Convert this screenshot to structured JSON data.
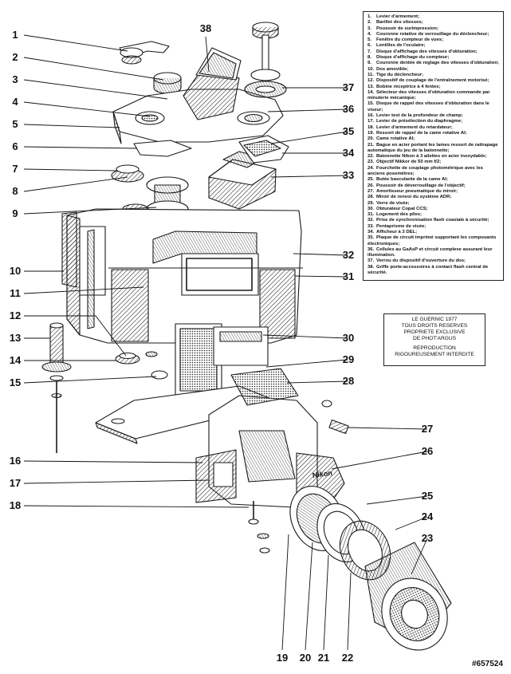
{
  "callouts": [
    "1",
    "2",
    "3",
    "4",
    "5",
    "6",
    "7",
    "8",
    "9",
    "10",
    "11",
    "12",
    "13",
    "14",
    "15",
    "16",
    "17",
    "18",
    "19",
    "20",
    "21",
    "22",
    "23",
    "24",
    "25",
    "26",
    "27",
    "28",
    "29",
    "30",
    "31",
    "32",
    "33",
    "34",
    "35",
    "36",
    "37",
    "38"
  ],
  "legend": [
    {
      "n": "1.",
      "t": "Levier d'armement;"
    },
    {
      "n": "2.",
      "t": "Barillet des vitesses;"
    },
    {
      "n": "3.",
      "t": "Poussoir de surimpression;"
    },
    {
      "n": "4.",
      "t": "Couronne rotative de verrouillage du déclencheur;"
    },
    {
      "n": "5.",
      "t": "Fenêtre du compteur de vues;"
    },
    {
      "n": "6.",
      "t": "Lentilles de l'oculaire;"
    },
    {
      "n": "7.",
      "t": "Disque d'affichage des vitesses d'obturation;"
    },
    {
      "n": "8.",
      "t": "Disque d'affichage du compteur;"
    },
    {
      "n": "9.",
      "t": "Couronne dentée de reglage des vitesses d'obturation;"
    },
    {
      "n": "10.",
      "t": "Dos amovible;"
    },
    {
      "n": "11.",
      "t": "Tige du déclencheur;"
    },
    {
      "n": "12.",
      "t": "Dispositif de couplage de l'entraînement motorisé;"
    },
    {
      "n": "13.",
      "t": "Bobine réceptrice à 4 fentes;"
    },
    {
      "n": "14.",
      "t": "Sélecteur des vitesses d'obturation commande par minuterie mécanique;"
    },
    {
      "n": "15.",
      "t": "Disque de rappel des vitesses d'obturation dans le viseur;"
    },
    {
      "n": "16.",
      "t": "Levier test de la profondeur de champ;"
    },
    {
      "n": "17.",
      "t": "Levier de présélection du diaphragme;"
    },
    {
      "n": "18.",
      "t": "Levier d'armement du retardateur;"
    },
    {
      "n": "19.",
      "t": "Ressort de rappel de la came rotative AI;"
    },
    {
      "n": "20.",
      "t": "Came rotative AI;"
    },
    {
      "n": "21.",
      "t": "Bague en acier portant les lames ressort de rattrapage automatique du jeu de la baïonnette;"
    },
    {
      "n": "22.",
      "t": "Baïonnette Nikon à 3 ailettes en acier inoxydable;"
    },
    {
      "n": "23.",
      "t": "Objectif Nikkor de 50 mm f/2;"
    },
    {
      "n": "24.",
      "t": "Fourchette de couplage photométrique avec les anciens posemètres;"
    },
    {
      "n": "25.",
      "t": "Butée basculante de la came AI;"
    },
    {
      "n": "26.",
      "t": "Poussoir de déverrouillage de l'objectif;"
    },
    {
      "n": "27.",
      "t": "Amortisseur pneumatique du miroir;"
    },
    {
      "n": "28.",
      "t": "Miroir de renvoi du système ADR;"
    },
    {
      "n": "29.",
      "t": "Verre de visée;"
    },
    {
      "n": "30.",
      "t": "Obturateur Copal CCS;"
    },
    {
      "n": "31.",
      "t": "Logement des piles;"
    },
    {
      "n": "32.",
      "t": "Prise de synchronisation flash coaxiale à sécurité;"
    },
    {
      "n": "33.",
      "t": "Pentaprisme de visée;"
    },
    {
      "n": "34.",
      "t": "Afficheur à 3 DEL;"
    },
    {
      "n": "35.",
      "t": "Plaque de circuit imprimé supportant les composants électroniques;"
    },
    {
      "n": "36.",
      "t": "Cellules au GaAsP et circuit complexe assurant leur illumination."
    },
    {
      "n": "37.",
      "t": "Verrou du dispositif d'ouverture du dos;"
    },
    {
      "n": "38.",
      "t": "Griffe porte-accessoires à contact flash central de sécurité."
    }
  ],
  "copyright": {
    "line1": "LE GUERNIC 1977",
    "line2": "TOUS DROITS RESERVES",
    "line3": "PROPRIETE EXCLUSIVE",
    "line4": "DE PHOT'ARGUS",
    "line5": "REPRODUCTION",
    "line6": "RIGOUREUSEMENT INTERDITE"
  },
  "brand_marking": "Nikon",
  "stamp": "#657524"
}
